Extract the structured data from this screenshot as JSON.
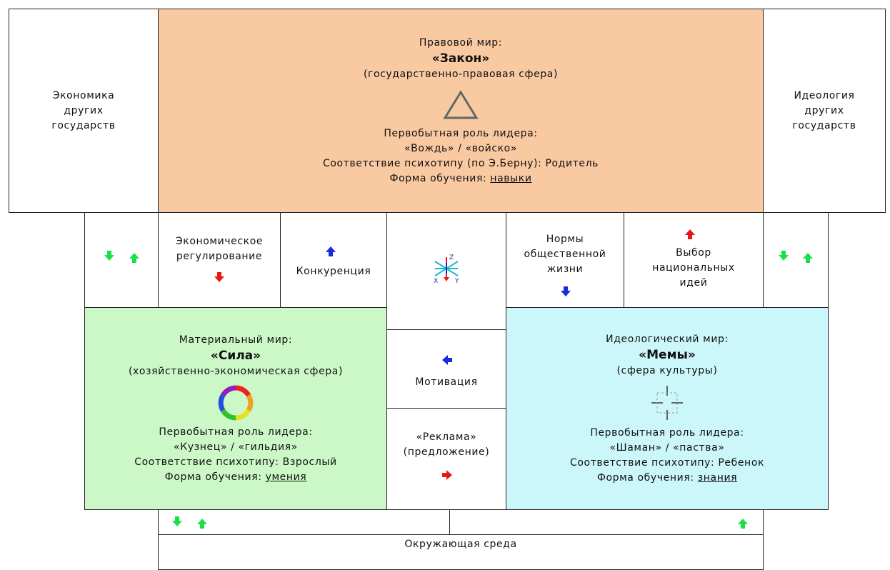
{
  "colors": {
    "law": "#f9c9a2",
    "material": "#ccf8c8",
    "ideology": "#cbf7fb",
    "arrow_green": "#18e048",
    "arrow_blue": "#1a2ae0",
    "arrow_red": "#e81818"
  },
  "icons": {
    "law": "triangle-icon",
    "material": "color-ring-icon",
    "ideology": "crosshair-icon",
    "center": "xyz-axes-icon"
  },
  "law": {
    "line1": "Правовой мир:",
    "title": "«Закон»",
    "sphere": "(государственно-правовая сфера)",
    "role_label": "Первобытная роль лидера:",
    "role": "«Вождь» / «войско»",
    "psycho": "Соответствие психотипу (по Э.Берну): Родитель",
    "learning_prefix": "Форма обучения: ",
    "learning_link": "навыки"
  },
  "material": {
    "line1": "Материальный мир:",
    "title": "«Сила»",
    "sphere": "(хозяйственно-экономическая сфера)",
    "role_label": "Первобытная роль лидера:",
    "role": "«Кузнец» / «гильдия»",
    "psycho": "Соответствие психотипу: Взрослый",
    "learning_prefix": "Форма обучения: ",
    "learning_link": "умения"
  },
  "ideology": {
    "line1": "Идеологический мир:",
    "title": "«Мемы»",
    "sphere": "(сфера культуры)",
    "role_label": "Первобытная роль лидера:",
    "role": "«Шаман» / «паства»",
    "psycho": "Соответствие психотипу: Ребенок",
    "learning_prefix": "Форма обучения: ",
    "learning_link": "знания"
  },
  "side_left": [
    "Экономика",
    "других",
    "государств"
  ],
  "side_right": [
    "Идеология",
    "других",
    "государств"
  ],
  "cells": {
    "econ_reg": [
      "Экономическое",
      "регулирование"
    ],
    "competition": "Конкуренция",
    "norms": [
      "Нормы",
      "общественной",
      "жизни"
    ],
    "choice": [
      "Выбор",
      "национальных",
      "идей"
    ],
    "motivation": "Мотивация",
    "advert": [
      "«Реклама»",
      "(предложение)"
    ]
  },
  "axes": {
    "x": "X",
    "y": "Y",
    "z": "Z"
  },
  "environment": "Окружающая среда"
}
